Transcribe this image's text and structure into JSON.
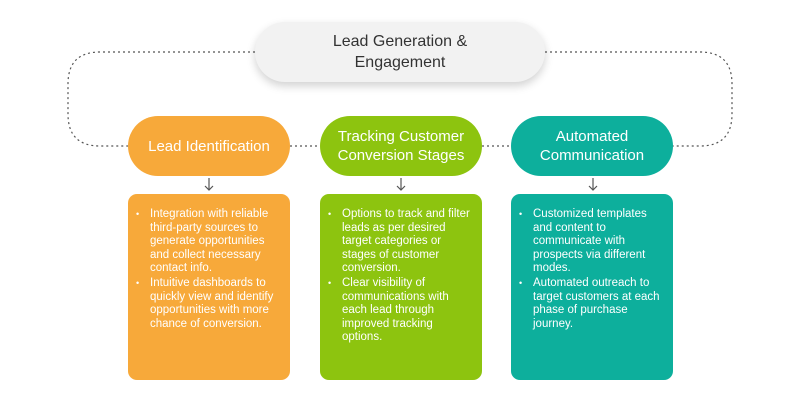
{
  "title": "Lead Generation &\nEngagement",
  "colors": {
    "orange": "#f7a93a",
    "green": "#8dc40f",
    "teal": "#0daf9c",
    "connector": "#555555"
  },
  "stages": [
    {
      "title": "Lead Identification",
      "color": "#f7a93a",
      "bullets": [
        "Integration with reliable third-party sources to generate opportunities and collect necessary contact info.",
        "Intuitive dashboards to quickly view and identify opportunities with more chance of conversion."
      ]
    },
    {
      "title": "Tracking Customer\nConversion Stages",
      "color": "#8dc40f",
      "bullets": [
        "Options to track and filter leads as per desired target categories or stages of customer conversion.",
        "Clear visibility of communications with each lead through improved tracking options."
      ]
    },
    {
      "title": "Automated\nCommunication",
      "color": "#0daf9c",
      "bullets": [
        "Customized templates and content to communicate with prospects via different modes.",
        "Automated outreach to target customers at each phase of purchase journey."
      ]
    }
  ]
}
